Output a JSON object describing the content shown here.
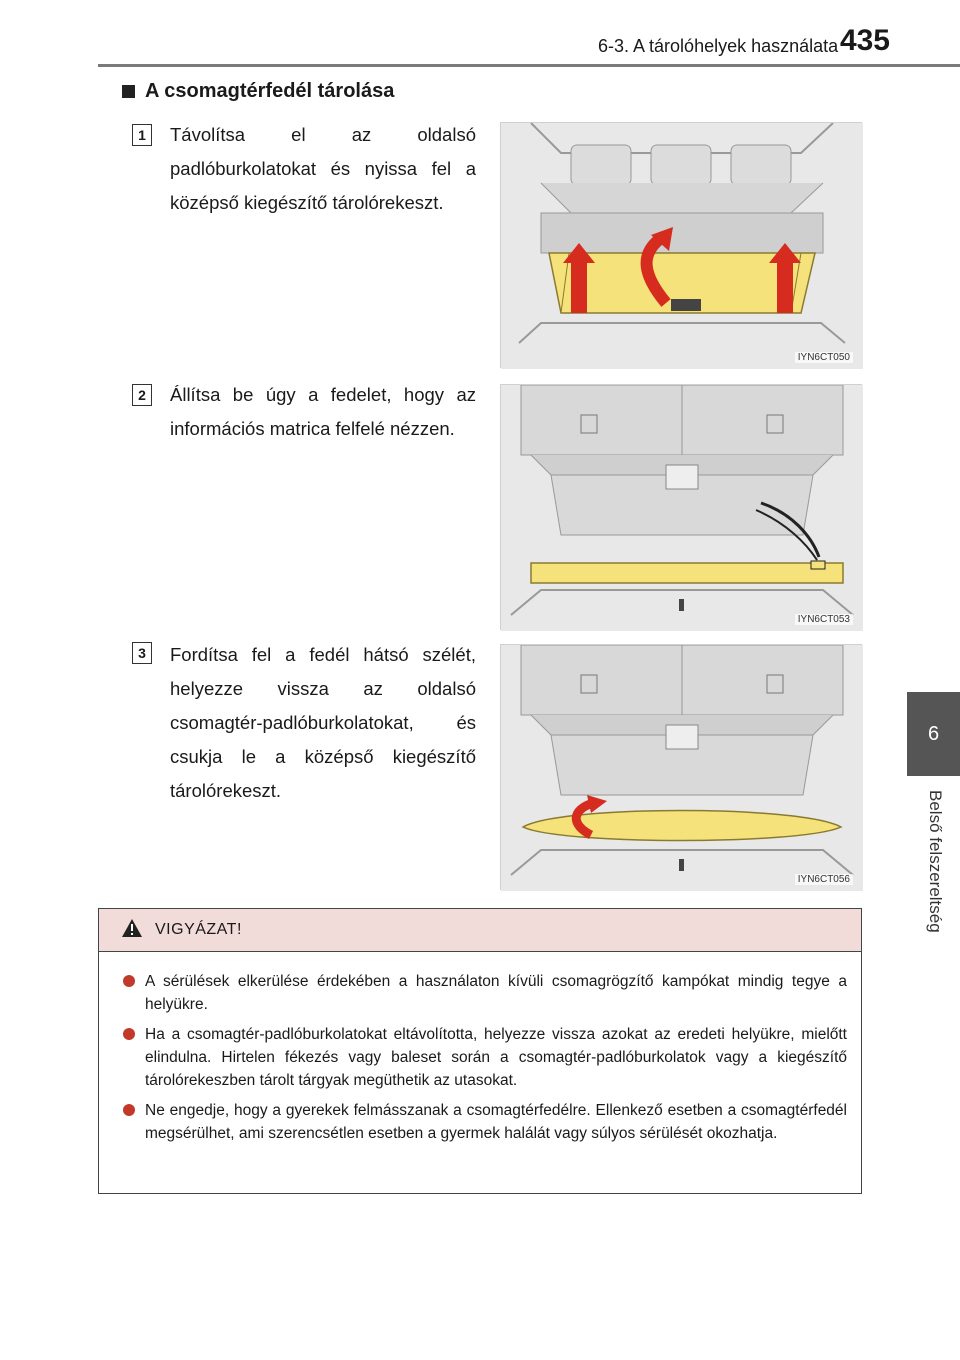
{
  "header": {
    "section_title": "6-3. A tárolóhelyek használata",
    "page_number": "435"
  },
  "side_tab": {
    "chapter_number": "6",
    "chapter_label": "Belső felszereltség"
  },
  "subheading": {
    "label": "A csomagtérfedél tárolása",
    "icon": "square-bullet-icon"
  },
  "steps": [
    {
      "number": "1",
      "text": "Távolítsa el az oldalsó padlóburkolatokat és nyissa fel a középső kiegészítő tárolórekeszt.",
      "image_code": "IYN6CT050"
    },
    {
      "number": "2",
      "text": "Állítsa be úgy a fedelet, hogy az információs matrica felfelé nézzen.",
      "image_code": "IYN6CT053"
    },
    {
      "number": "3",
      "text": "Fordítsa fel a fedél hátsó szélét, helyezze vissza az oldalsó csomagtér-padlóburkolatokat, és csukja le a középső kiegészítő tárolórekeszt.",
      "image_code": "IYN6CT056"
    }
  ],
  "warning": {
    "title": "VIGYÁZAT!",
    "icon": "warning-triangle-icon",
    "items": [
      "A sérülések elkerülése érdekében a használaton kívüli csomagrögzítő kampókat mindig tegye a helyükre.",
      "Ha a csomagtér-padlóburkolatokat eltávolította, helyezze vissza azokat az eredeti helyükre, mielőtt elindulna. Hirtelen fékezés vagy baleset során a csomagtér-padlóburkolatok vagy a kiegészítő tárolórekeszben tárolt tárgyak megüthetik az utasokat.",
      "Ne engedje, hogy a gyerekek felmásszanak a csomagtérfedélre. Ellenkező esetben a csomagtérfedél megsérülhet, ami szerencsétlen esetben a gyermek halálát vagy súlyos sérülését okozhatja."
    ]
  },
  "colors": {
    "highlight_yellow": "#f6e27a",
    "arrow_red": "#d62b1f",
    "bullet_red": "#c0392b",
    "warning_header_bg": "#f2dcd9",
    "side_tab_bg": "#555555"
  }
}
